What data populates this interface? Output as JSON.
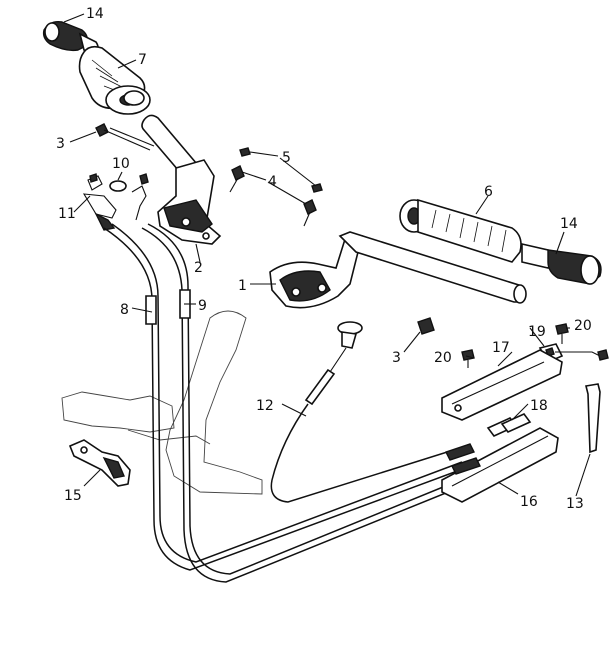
{
  "diagram": {
    "part_labels": [
      {
        "id": "p14a",
        "text": "14"
      },
      {
        "id": "p7",
        "text": "7"
      },
      {
        "id": "p3a",
        "text": "3"
      },
      {
        "id": "p10",
        "text": "10"
      },
      {
        "id": "p11",
        "text": "11"
      },
      {
        "id": "p2",
        "text": "2"
      },
      {
        "id": "p5",
        "text": "5"
      },
      {
        "id": "p4",
        "text": "4"
      },
      {
        "id": "p6",
        "text": "6"
      },
      {
        "id": "p14b",
        "text": "14"
      },
      {
        "id": "p1",
        "text": "1"
      },
      {
        "id": "p8",
        "text": "8"
      },
      {
        "id": "p9",
        "text": "9"
      },
      {
        "id": "p3b",
        "text": "3"
      },
      {
        "id": "p19",
        "text": "19"
      },
      {
        "id": "p20a",
        "text": "20"
      },
      {
        "id": "p20b",
        "text": "20"
      },
      {
        "id": "p17",
        "text": "17"
      },
      {
        "id": "p12",
        "text": "12"
      },
      {
        "id": "p18",
        "text": "18"
      },
      {
        "id": "p15",
        "text": "15"
      },
      {
        "id": "p16",
        "text": "16"
      },
      {
        "id": "p13",
        "text": "13"
      }
    ]
  }
}
